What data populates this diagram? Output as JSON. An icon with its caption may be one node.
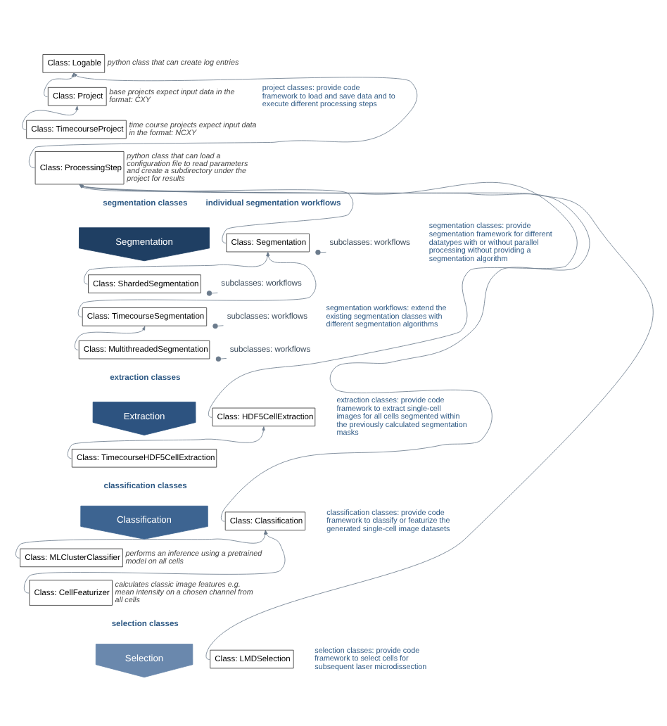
{
  "diagram": {
    "nodes": [
      {
        "text": [
          "Class: Logable"
        ],
        "beside": [
          "python class that can create log entries"
        ]
      },
      {
        "text": [
          "Class: Project"
        ],
        "beside": [
          "base projects expect input data in the format: CXY"
        ]
      },
      {
        "text": [
          "Class: TimecourseProject"
        ],
        "beside": [
          "time course projects expect input data in the format: NCXY"
        ]
      },
      {
        "text": [
          "Class: ProcessingStep"
        ],
        "beside": [
          "python class that can load a configuration file to read parameters and create a subdirectory under the project for results"
        ]
      },
      {
        "text": [
          "Class: Segmentation"
        ]
      },
      {
        "text": [
          "subclasses: workflows"
        ]
      },
      {
        "text": [
          "Class: ShardedSegmentation"
        ]
      },
      {
        "text": [
          "subclasses: workflows"
        ]
      },
      {
        "text": [
          "Class: TimecourseSegmentation"
        ]
      },
      {
        "text": [
          "subclasses: workflows"
        ]
      },
      {
        "text": [
          "Class: MultithreadedSegmentation"
        ]
      },
      {
        "text": [
          "subclasses: workflows"
        ]
      },
      {
        "text": [
          "Class: HDF5CellExtraction"
        ]
      },
      {
        "text": [
          "Class: TimecourseHDF5CellExtraction"
        ]
      },
      {
        "text": [
          "Class: Classification"
        ]
      },
      {
        "text": [
          "Class: MLClusterClassifier"
        ],
        "beside": [
          "performs an inference using a pretrained model on all cells"
        ]
      },
      {
        "text": [
          "Class: CellFeaturizer"
        ],
        "beside": [
          "calculates classic image features e.g. mean intensity on a chosen channel from all cells"
        ]
      },
      {
        "text": [
          "Class: LMDSelection"
        ]
      },
      {
        "text": [
          "Segmentation"
        ]
      },
      {
        "text": [
          "Extraction"
        ]
      },
      {
        "text": [
          "Classification"
        ]
      },
      {
        "text": [
          "Selection"
        ]
      }
    ],
    "edges": [
      {
        "from": 1,
        "to": 0,
        "arrow": "to"
      },
      {
        "from": 3,
        "to": 0,
        "arrow": "to"
      },
      {
        "from": 2,
        "to": 1,
        "arrow": "to"
      },
      {
        "from": 4,
        "to": 3,
        "arrow": "to"
      },
      {
        "from": 12,
        "to": 3,
        "arrow": "to"
      },
      {
        "from": 14,
        "to": 3,
        "arrow": "to"
      },
      {
        "from": 17,
        "to": 3,
        "arrow": "to"
      },
      {
        "from": 6,
        "to": 4,
        "arrow": "to"
      },
      {
        "from": 8,
        "to": 4,
        "arrow": "to"
      },
      {
        "from": 10,
        "to": 8,
        "arrow": "to"
      },
      {
        "from": 13,
        "to": 12,
        "arrow": "to"
      },
      {
        "from": 15,
        "to": 14,
        "arrow": "to"
      },
      {
        "from": 16,
        "to": 14,
        "arrow": "to"
      },
      {
        "from": 4,
        "to": 5,
        "arrow": "other"
      },
      {
        "from": 6,
        "to": 7,
        "arrow": "other"
      },
      {
        "from": 8,
        "to": 9,
        "arrow": "other"
      },
      {
        "from": 10,
        "to": 11,
        "arrow": "other"
      }
    ],
    "labels": [
      "segmentation classes",
      "individual segmentation workflows",
      "extraction classes",
      "classification classes",
      "selection classes",
      "project classes: provide code framework to load and save data and to execute different processing steps",
      "segmentation classes: provide segmentation framework for different datatypes with or without parallel processing without providing a segmentation algorithm",
      "segmentation workflows: extend the existing segmentation classes with different segmentation algorithms",
      "extraction classes: provide code framework to extract single-cell images for all cells segmented within the previously calculated segmentation masks",
      "classification classes: provide code framework to classify or featurize the generated single-cell image datasets",
      "selection classes: provide code framework to select cells for subsequent laser microdissection"
    ]
  }
}
